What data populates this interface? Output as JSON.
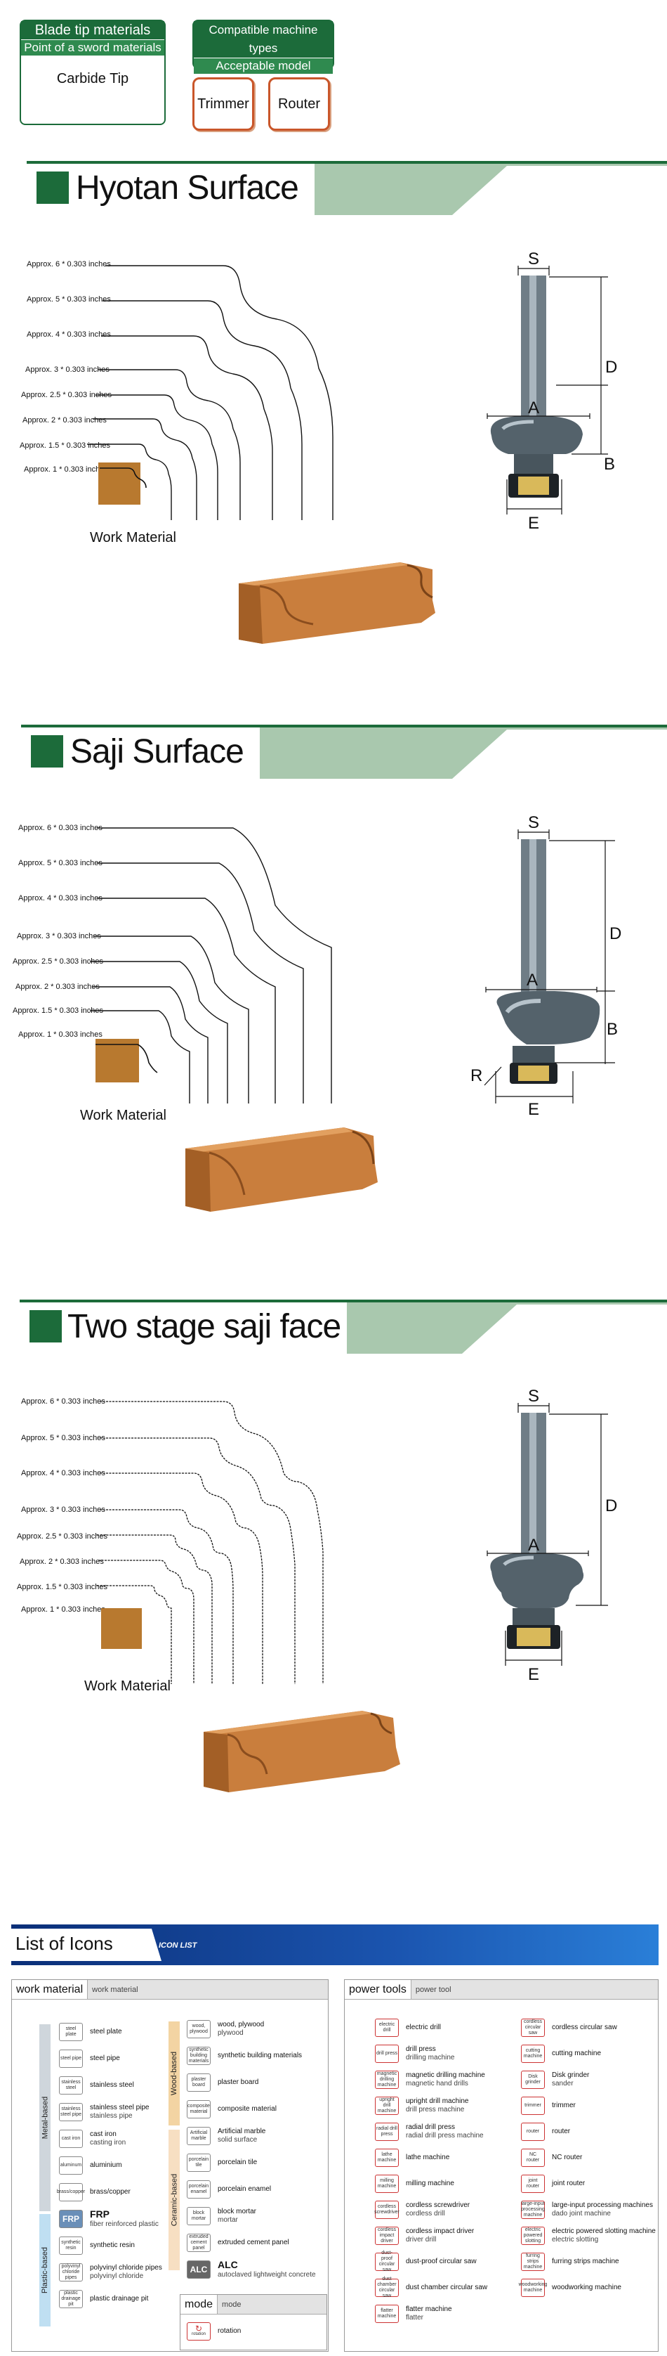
{
  "badges": {
    "tip": {
      "title": "Blade tip materials",
      "subtitle": "Point of a sword materials",
      "value": "Carbide Tip"
    },
    "machines": {
      "title": "Compatible machine types",
      "subtitle": "Acceptable model",
      "items": [
        "Trimmer",
        "Router"
      ]
    }
  },
  "sections": [
    {
      "title": "Hyotan Surface",
      "labels": [
        "Approx. 6 * 0.303 inches",
        "Approx. 5 * 0.303 inches",
        "Approx. 4 * 0.303 inches",
        "Approx. 3 * 0.303 inches",
        "Approx. 2.5 * 0.303 inches",
        "Approx. 2 * 0.303 inches",
        "Approx. 1.5 * 0.303 inches",
        "Approx. 1 * 0.303 inches"
      ],
      "work_material": "Work Material",
      "dims": [
        "S",
        "D",
        "A",
        "B",
        "E"
      ]
    },
    {
      "title": "Saji Surface",
      "labels": [
        "Approx. 6 * 0.303 inches",
        "Approx. 5 * 0.303 inches",
        "Approx. 4 * 0.303 inches",
        "Approx. 3 * 0.303 inches",
        "Approx. 2.5 * 0.303 inches",
        "Approx. 2 * 0.303 inches",
        "Approx. 1.5 * 0.303 inches",
        "Approx. 1 * 0.303 inches"
      ],
      "work_material": "Work Material",
      "dims": [
        "S",
        "D",
        "A",
        "B",
        "R",
        "E"
      ]
    },
    {
      "title": "Two stage saji face",
      "labels": [
        "Approx. 6 * 0.303 inches",
        "Approx. 5 * 0.303 inches",
        "Approx. 4 * 0.303 inches",
        "Approx. 3 * 0.303 inches",
        "Approx. 2.5 * 0.303 inches",
        "Approx. 2 * 0.303 inches",
        "Approx. 1.5 * 0.303 inches",
        "Approx. 1 * 0.303 inches"
      ],
      "work_material": "Work Material",
      "dims": [
        "S",
        "D",
        "A",
        "E"
      ]
    }
  ],
  "icon_list": {
    "title": "List of Icons",
    "subtitle": "ICON LIST",
    "work_material": {
      "header": "work material",
      "header_sub": "work material",
      "left": [
        {
          "icon": "steel plate",
          "label": "steel plate"
        },
        {
          "icon": "steel pipe",
          "label": "steel pipe"
        },
        {
          "icon": "stainless steel",
          "label": "stainless steel"
        },
        {
          "icon": "stainless steel pipe",
          "label": "stainless steel pipe",
          "sub": "stainless pipe"
        },
        {
          "icon": "cast iron",
          "label": "cast iron",
          "sub": "casting iron"
        },
        {
          "icon": "aluminum",
          "label": "aluminium"
        },
        {
          "icon": "brass/copper",
          "label": "brass/copper"
        },
        {
          "icon": "FRP",
          "label": "FRP",
          "sub": "fiber reinforced plastic"
        },
        {
          "icon": "synthetic resin",
          "label": "synthetic resin"
        },
        {
          "icon": "polyvinyl chloride pipes",
          "label": "polyvinyl chloride pipes",
          "sub": "polyvinyl chloride"
        },
        {
          "icon": "plastic drainage pit",
          "label": "plastic drainage pit"
        }
      ],
      "left_categories": [
        "Metal-based",
        "Plastic-based"
      ],
      "right": [
        {
          "icon": "wood, plywood",
          "label": "wood, plywood",
          "sub": "plywood"
        },
        {
          "icon": "synthetic building materials",
          "label": "synthetic building materials"
        },
        {
          "icon": "plaster board",
          "label": "plaster board"
        },
        {
          "icon": "composite material",
          "label": "composite material"
        },
        {
          "icon": "Artificial marble",
          "label": "Artificial marble",
          "sub": "solid surface"
        },
        {
          "icon": "porcelain tile",
          "label": "porcelain tile"
        },
        {
          "icon": "porcelain enamel",
          "label": "porcelain enamel"
        },
        {
          "icon": "block mortar",
          "label": "block mortar",
          "sub": "mortar"
        },
        {
          "icon": "extruded cement panel",
          "label": "extruded cement panel"
        },
        {
          "icon": "ALC",
          "label": "ALC",
          "sub": "autoclaved lightweight concrete"
        }
      ],
      "right_categories": [
        "Wood-based",
        "Ceramic-based"
      ],
      "mode": {
        "header": "mode",
        "header_sub": "mode",
        "icon": "rotation",
        "label": "rotation"
      }
    },
    "power_tools": {
      "header": "power tools",
      "header_sub": "power tool",
      "left": [
        {
          "icon": "electric drill",
          "label": "electric drill"
        },
        {
          "icon": "drill press",
          "label": "drill press",
          "sub": "drilling machine"
        },
        {
          "icon": "magnetic drilling machine",
          "label": "magnetic drilling machine",
          "sub": "magnetic hand drills"
        },
        {
          "icon": "upright drill machine",
          "label": "upright drill machine",
          "sub": "drill press machine"
        },
        {
          "icon": "radial drill press",
          "label": "radial drill press",
          "sub": "radial drill press machine"
        },
        {
          "icon": "lathe machine",
          "label": "lathe machine"
        },
        {
          "icon": "milling machine",
          "label": "milling machine"
        },
        {
          "icon": "cordless screwdriver",
          "label": "cordless screwdriver",
          "sub": "cordless drill"
        },
        {
          "icon": "cordless impact driver",
          "label": "cordless impact driver",
          "sub": "driver drill"
        },
        {
          "icon": "dust-proof circular saw",
          "label": "dust-proof circular saw"
        },
        {
          "icon": "dust chamber circular saw",
          "label": "dust chamber circular saw"
        },
        {
          "icon": "flatter machine",
          "label": "flatter machine",
          "sub": "flatter"
        }
      ],
      "right": [
        {
          "icon": "cordless circular saw",
          "label": "cordless circular saw"
        },
        {
          "icon": "cutting machine",
          "label": "cutting machine"
        },
        {
          "icon": "Disk grinder",
          "label": "Disk grinder",
          "sub": "sander"
        },
        {
          "icon": "trimmer",
          "label": "trimmer"
        },
        {
          "icon": "router",
          "label": "router"
        },
        {
          "icon": "NC router",
          "label": "NC router"
        },
        {
          "icon": "joint router",
          "label": "joint router"
        },
        {
          "icon": "large-input processing machine",
          "label": "large-input processing machines",
          "sub": "dado joint machine"
        },
        {
          "icon": "electric powered slotting",
          "label": "electric powered slotting machine",
          "sub": "electric slotting"
        },
        {
          "icon": "furring strips machine",
          "label": "furring strips machine"
        },
        {
          "icon": "woodworking machine",
          "label": "woodworking machine"
        }
      ]
    }
  },
  "colors": {
    "green": "#1c6b3a",
    "accent_orange": "#c9562a",
    "blue": "#1a4fa0",
    "wood": "#c07a3e"
  }
}
